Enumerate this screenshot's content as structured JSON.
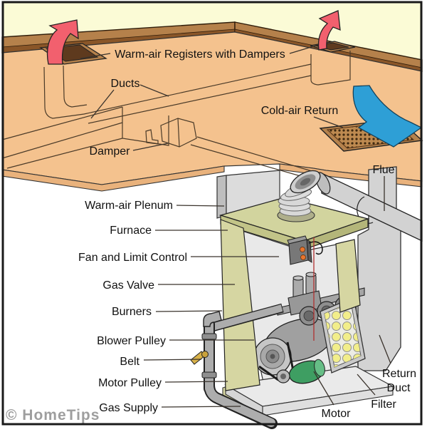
{
  "diagram": {
    "title_context": "Gas forced-air heating system cutaway diagram",
    "labels": {
      "warm_air_registers": "Warm-air Registers with Dampers",
      "ducts": "Ducts",
      "damper": "Damper",
      "cold_air_return": "Cold-air Return",
      "flue": "Flue",
      "warm_air_plenum": "Warm-air Plenum",
      "furnace": "Furnace",
      "fan_and_limit_control": "Fan and Limit Control",
      "gas_valve": "Gas Valve",
      "burners": "Burners",
      "blower_pulley": "Blower Pulley",
      "belt": "Belt",
      "motor_pulley": "Motor Pulley",
      "gas_supply": "Gas Supply",
      "motor": "Motor",
      "filter": "Filter",
      "return_duct_line1": "Return",
      "return_duct_line2": "Duct"
    },
    "watermark": "© HomeTips",
    "icons": {
      "warm_air_arrows": "red-up-arrow-icon",
      "cold_air_arrow": "blue-down-arrow-icon"
    },
    "colors": {
      "wall": "#FBFBD6",
      "wood_sill": "#B5814B",
      "wood_sill_dark": "#8A5628",
      "floor": "#F4C28E",
      "floor_edge": "#E9B27C",
      "register_hole": "#5E3A1E",
      "grille": "#BE8A50",
      "warm_air_arrow": "#F2606E",
      "cold_air_arrow": "#2E9FD6",
      "duct_gray": "#D3D3D3",
      "furnace_olive": "#D6D6A2",
      "furnace_top": "#D2D49E",
      "motor_green": "#3E9E62",
      "filter_yellow": "#F2EE8A",
      "brass_valve": "#C9A23C",
      "pipe_gray": "#ADADAD",
      "watermark_gray": "#9E9E9E"
    }
  }
}
